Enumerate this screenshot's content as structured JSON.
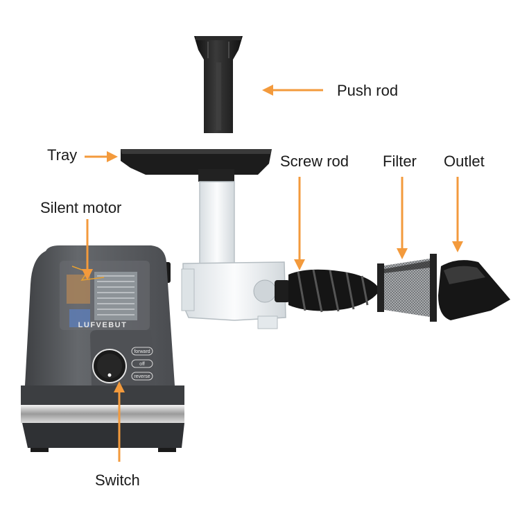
{
  "labels": {
    "push_rod": "Push rod",
    "tray": "Tray",
    "screw_rod": "Screw rod",
    "filter": "Filter",
    "outlet": "Outlet",
    "silent_motor": "Silent motor",
    "switch": "Switch"
  },
  "body": {
    "brand": "LUFVEBUT",
    "switch_positions": [
      "forward",
      "off",
      "reverse"
    ]
  },
  "colors": {
    "arrow": "#f39a3c",
    "body": "#5a5c5f",
    "body_dark": "#3d3f42",
    "part_black": "#1b1b1b",
    "clear_plastic": "#e9eef1",
    "label_text": "#1a1a1a"
  }
}
